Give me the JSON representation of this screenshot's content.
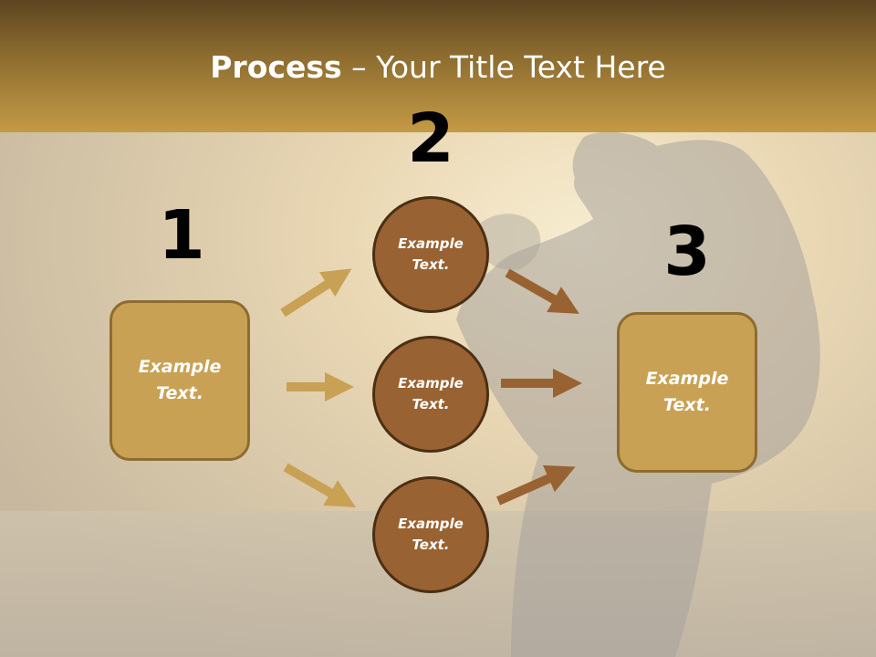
{
  "slide": {
    "title_bold": "Process",
    "title_rest": " – Your Title Text Here"
  },
  "steps": {
    "n1": "1",
    "n2": "2",
    "n3": "3"
  },
  "nodes": {
    "left_box": {
      "line1": "Example",
      "line2": "Text."
    },
    "circle_top": {
      "line1": "Example",
      "line2": "Text."
    },
    "circle_mid": {
      "line1": "Example",
      "line2": "Text."
    },
    "circle_bot": {
      "line1": "Example",
      "line2": "Text."
    },
    "right_box": {
      "line1": "Example",
      "line2": "Text."
    }
  },
  "colors": {
    "header": "#c49a46",
    "box_fill": "#c9a155",
    "circle_fill": "#996232",
    "arrow_light": "#c9a155",
    "arrow_dark": "#996232"
  }
}
